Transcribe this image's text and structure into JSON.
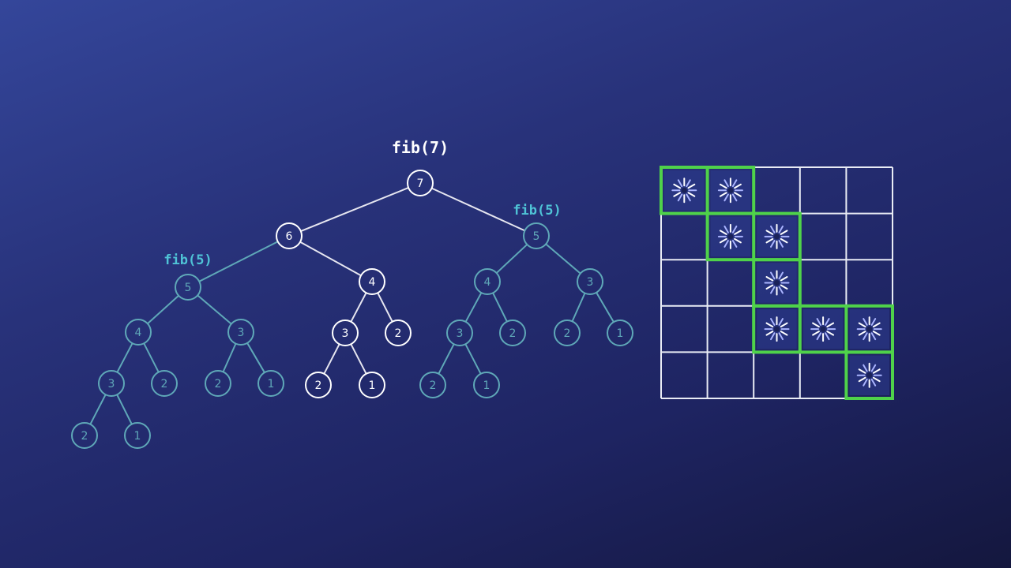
{
  "title": "fib(7)",
  "labels": {
    "left_subtree": "fib(5)",
    "right_subtree": "fib(5)"
  },
  "colors": {
    "highlight_node": "#ffffff",
    "dim_node": "#5fa8b8",
    "label": "#4fc3d6",
    "edge": "#e6e6f0",
    "grid_line": "#e9ecf5",
    "grid_highlight": "#4fd24a",
    "spinner": "#aab4ff"
  },
  "tree_nodes": [
    {
      "id": "n7",
      "value": "7",
      "style": "highlight"
    },
    {
      "id": "n6",
      "value": "6",
      "style": "highlight"
    },
    {
      "id": "n5r",
      "value": "5",
      "style": "dim"
    },
    {
      "id": "n5l",
      "value": "5",
      "style": "dim"
    },
    {
      "id": "n4m",
      "value": "4",
      "style": "highlight"
    },
    {
      "id": "n4r",
      "value": "4",
      "style": "dim"
    },
    {
      "id": "n3rr",
      "value": "3",
      "style": "dim"
    },
    {
      "id": "n4l",
      "value": "4",
      "style": "dim"
    },
    {
      "id": "n3l",
      "value": "3",
      "style": "dim"
    },
    {
      "id": "n3m",
      "value": "3",
      "style": "highlight"
    },
    {
      "id": "n2m",
      "value": "2",
      "style": "highlight"
    },
    {
      "id": "n3r",
      "value": "3",
      "style": "dim"
    },
    {
      "id": "n2r",
      "value": "2",
      "style": "dim"
    },
    {
      "id": "n2rr",
      "value": "2",
      "style": "dim"
    },
    {
      "id": "n1rr",
      "value": "1",
      "style": "dim"
    },
    {
      "id": "n3ll",
      "value": "3",
      "style": "dim"
    },
    {
      "id": "n2ll",
      "value": "2",
      "style": "dim"
    },
    {
      "id": "n2lr",
      "value": "2",
      "style": "dim"
    },
    {
      "id": "n1lr",
      "value": "1",
      "style": "dim"
    },
    {
      "id": "n2mm",
      "value": "2",
      "style": "highlight"
    },
    {
      "id": "n1mm",
      "value": "1",
      "style": "highlight"
    },
    {
      "id": "n2rl",
      "value": "2",
      "style": "dim"
    },
    {
      "id": "n1rl",
      "value": "1",
      "style": "dim"
    },
    {
      "id": "n2lll",
      "value": "2",
      "style": "dim"
    },
    {
      "id": "n1lll",
      "value": "1",
      "style": "dim"
    }
  ],
  "tree_edges": [
    [
      "n7",
      "n6"
    ],
    [
      "n7",
      "n5r"
    ],
    [
      "n6",
      "n5l"
    ],
    [
      "n6",
      "n4m"
    ],
    [
      "n5r",
      "n4r"
    ],
    [
      "n5r",
      "n3rr"
    ],
    [
      "n5l",
      "n4l"
    ],
    [
      "n5l",
      "n3l"
    ],
    [
      "n4m",
      "n3m"
    ],
    [
      "n4m",
      "n2m"
    ],
    [
      "n4r",
      "n3r"
    ],
    [
      "n4r",
      "n2r"
    ],
    [
      "n3rr",
      "n2rr"
    ],
    [
      "n3rr",
      "n1rr"
    ],
    [
      "n4l",
      "n3ll"
    ],
    [
      "n4l",
      "n2ll"
    ],
    [
      "n3l",
      "n2lr"
    ],
    [
      "n3l",
      "n1lr"
    ],
    [
      "n3m",
      "n2mm"
    ],
    [
      "n3m",
      "n1mm"
    ],
    [
      "n3r",
      "n2rl"
    ],
    [
      "n3r",
      "n1rl"
    ],
    [
      "n3ll",
      "n2lll"
    ],
    [
      "n3ll",
      "n1lll"
    ]
  ],
  "grid": {
    "rows": 5,
    "cols": 5,
    "filled_cells": [
      [
        0,
        0
      ],
      [
        0,
        1
      ],
      [
        1,
        1
      ],
      [
        1,
        2
      ],
      [
        2,
        2
      ],
      [
        3,
        2
      ],
      [
        3,
        3
      ],
      [
        3,
        4
      ],
      [
        4,
        4
      ]
    ],
    "highlight_groups": [
      [
        [
          0,
          0
        ],
        [
          0,
          1
        ]
      ],
      [
        [
          1,
          1
        ],
        [
          1,
          2
        ]
      ],
      [
        [
          2,
          2
        ]
      ],
      [
        [
          3,
          2
        ],
        [
          3,
          3
        ],
        [
          3,
          4
        ]
      ],
      [
        [
          4,
          4
        ]
      ]
    ]
  }
}
